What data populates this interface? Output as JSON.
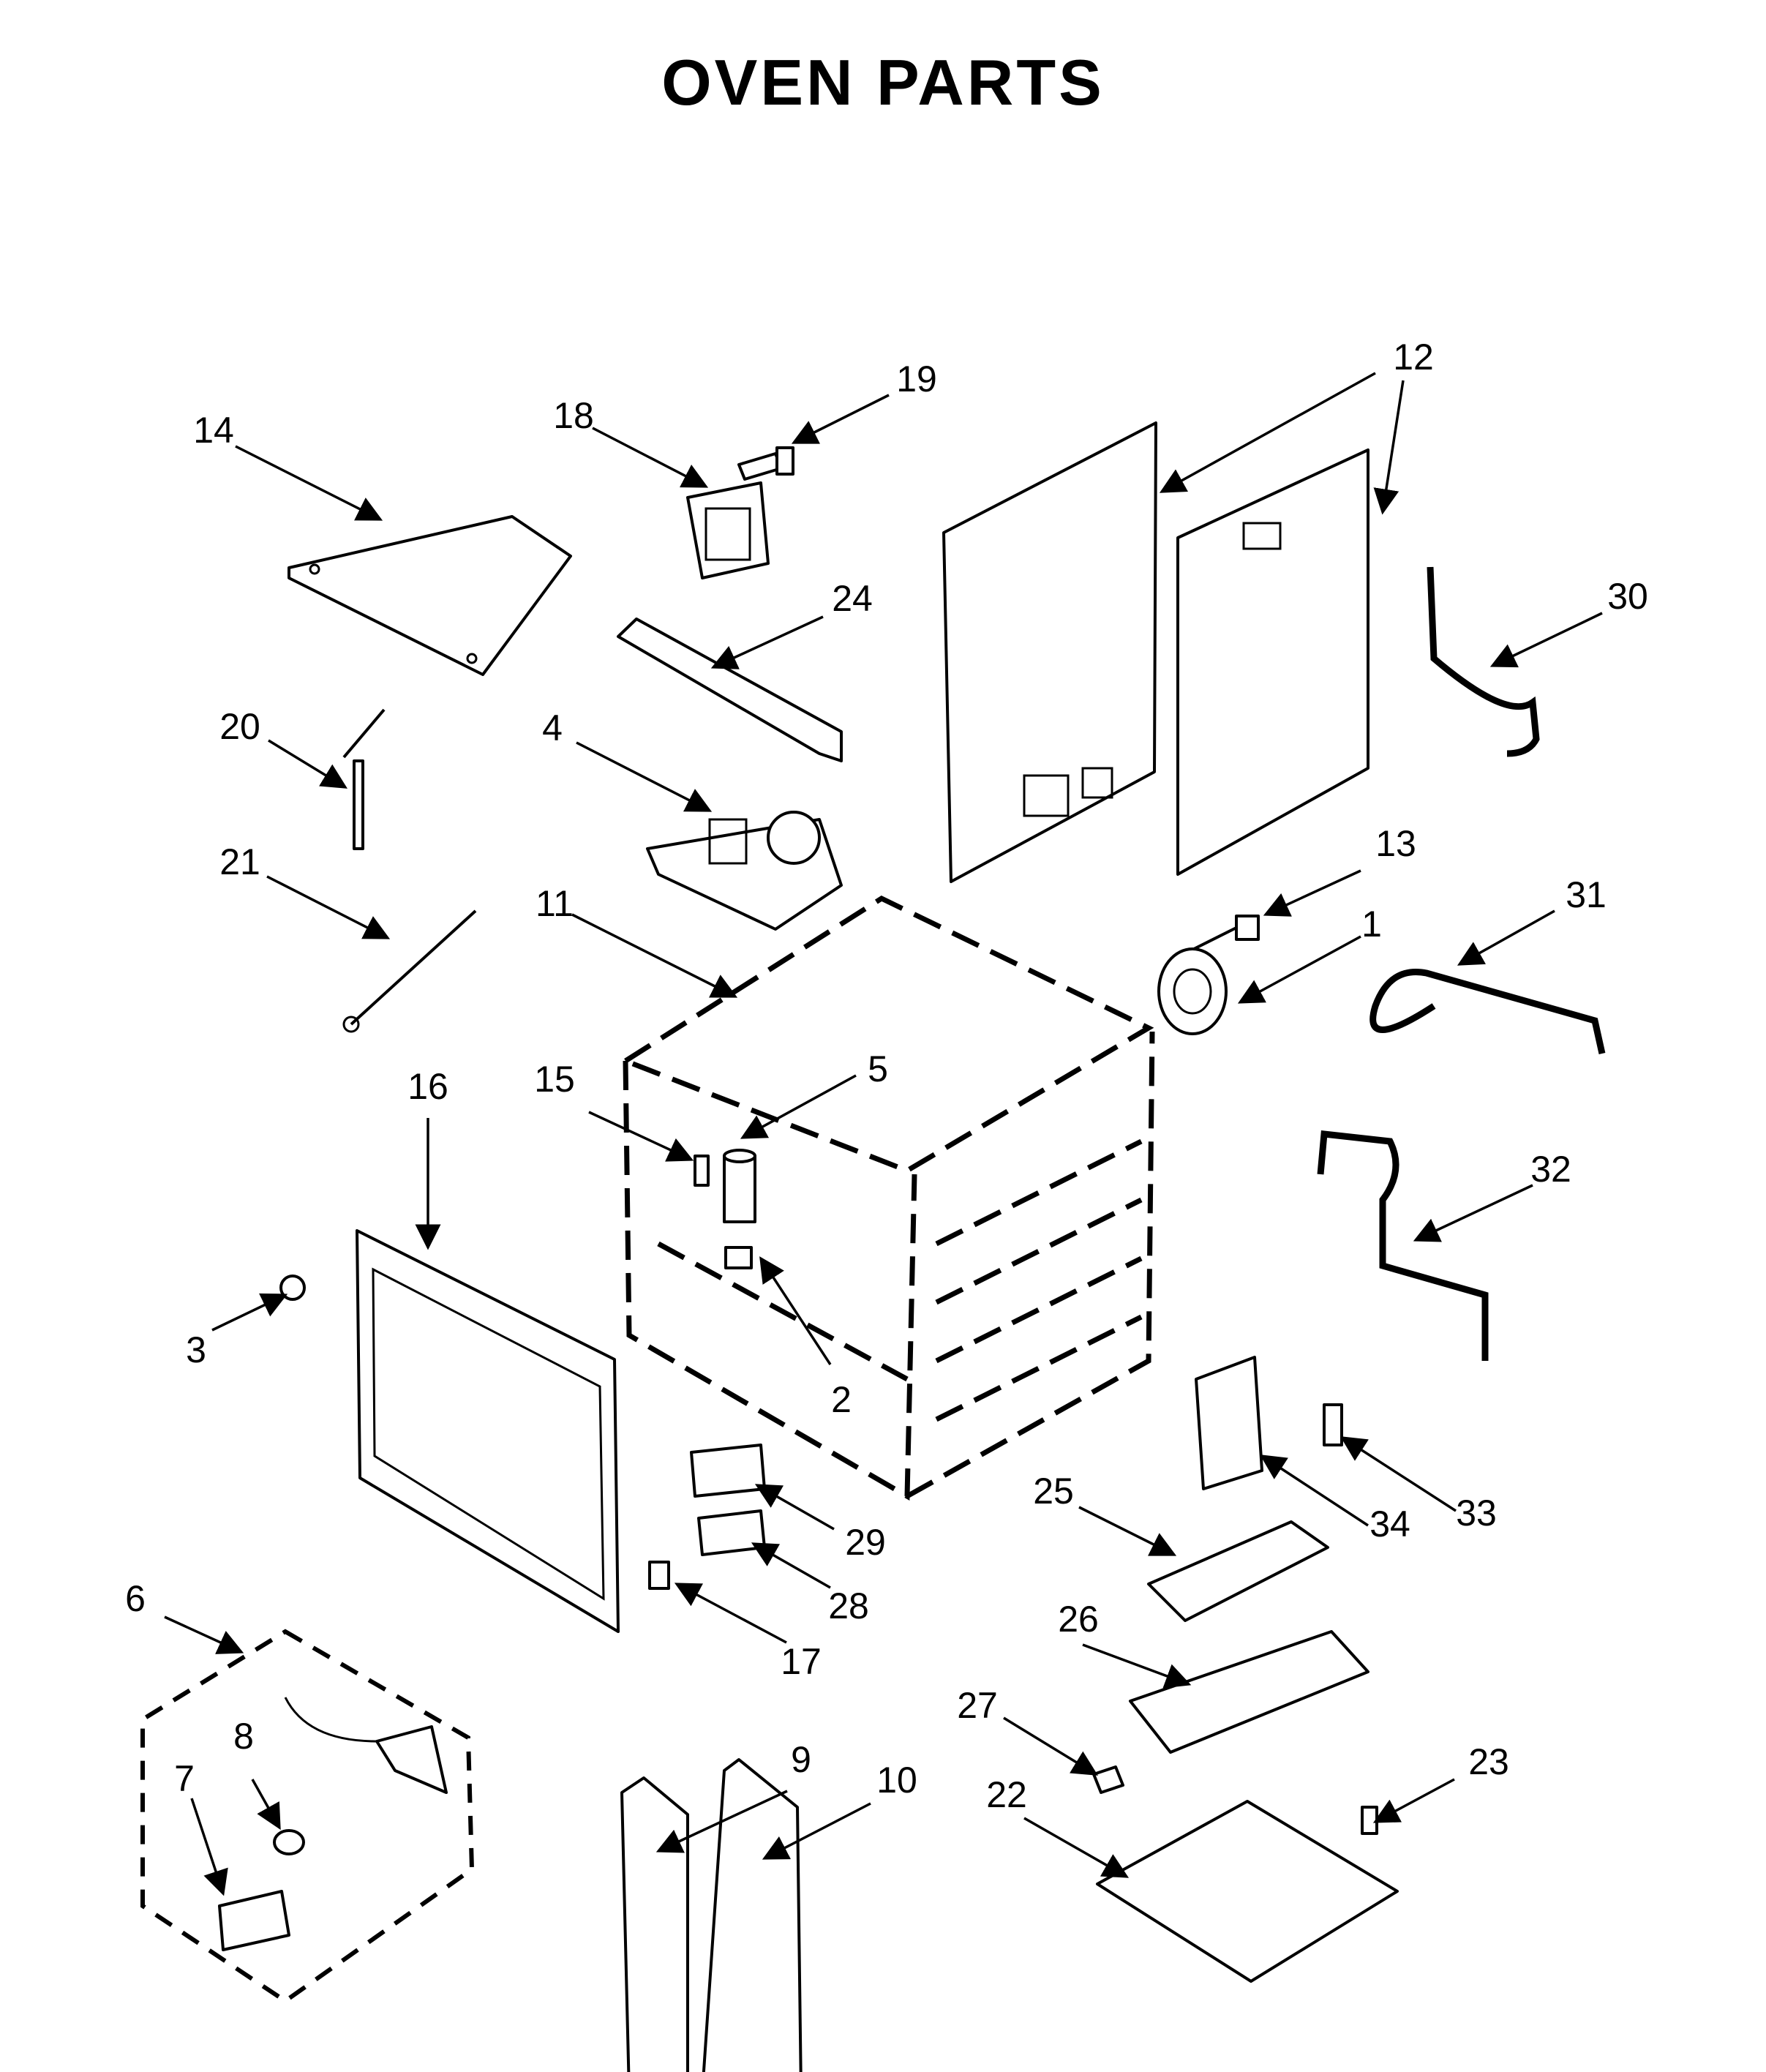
{
  "title": "OVEN PARTS",
  "callouts": [
    "1",
    "2",
    "3",
    "4",
    "5",
    "6",
    "7",
    "8",
    "9",
    "10",
    "11",
    "12",
    "12",
    "13",
    "14",
    "15",
    "16",
    "17",
    "18",
    "19",
    "20",
    "21",
    "22",
    "23",
    "24",
    "25",
    "26",
    "27",
    "28",
    "29",
    "30",
    "31",
    "32",
    "33",
    "34"
  ]
}
